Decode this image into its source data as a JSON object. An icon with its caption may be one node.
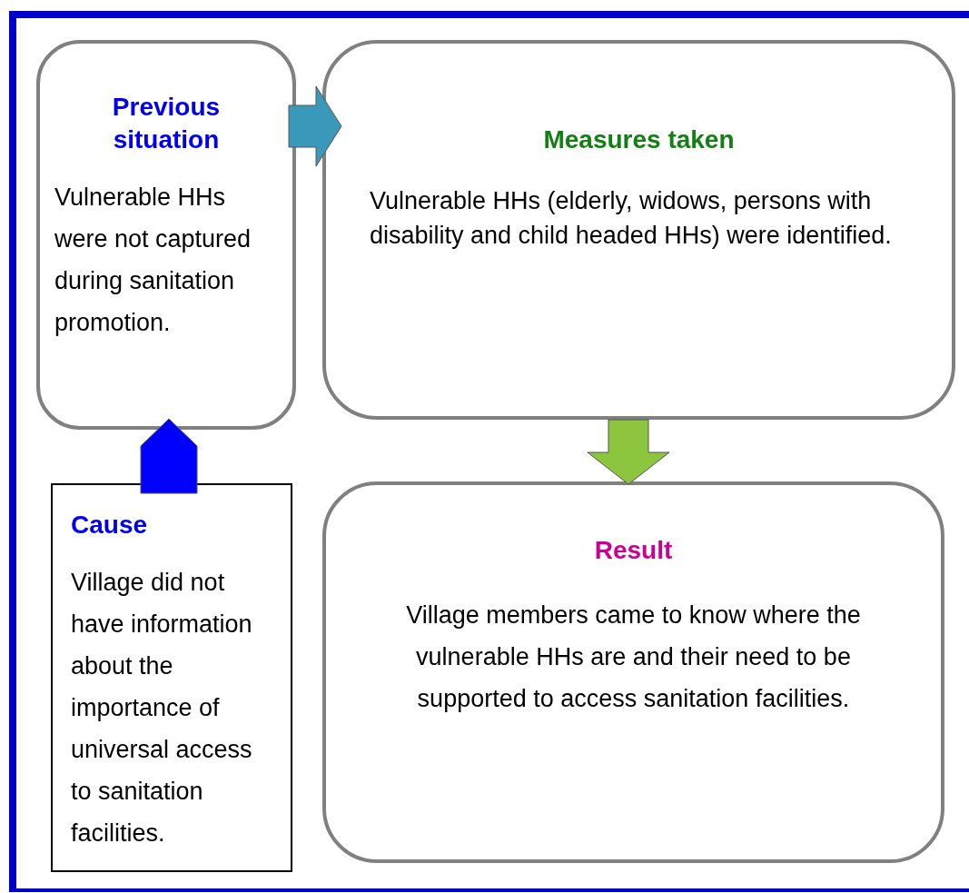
{
  "diagram": {
    "nodes": [
      {
        "text": [
          "Previous situation",
          "Vulnerable HHs were not captured during sanitation promotion."
        ]
      },
      {
        "text": [
          "Measures taken",
          "Vulnerable HHs (elderly, widows, persons with disability and child headed HHs) were identified."
        ]
      },
      {
        "text": [
          "Result",
          "Village members came to know where the vulnerable HHs are and their need to be supported to access sanitation facilities."
        ]
      },
      {
        "text": [
          "Cause",
          "Village did not have information about the importance of universal access to sanitation facilities."
        ]
      }
    ],
    "edges": [
      {
        "from": 0,
        "to": 1,
        "arrow": "to",
        "style": "thick",
        "color": "#3a98bb"
      },
      {
        "from": 1,
        "to": 2,
        "arrow": "to",
        "style": "thick",
        "color": "#8cc63f"
      },
      {
        "from": 3,
        "to": 0,
        "arrow": "to",
        "style": "thick",
        "color": "#0000ff"
      }
    ]
  }
}
